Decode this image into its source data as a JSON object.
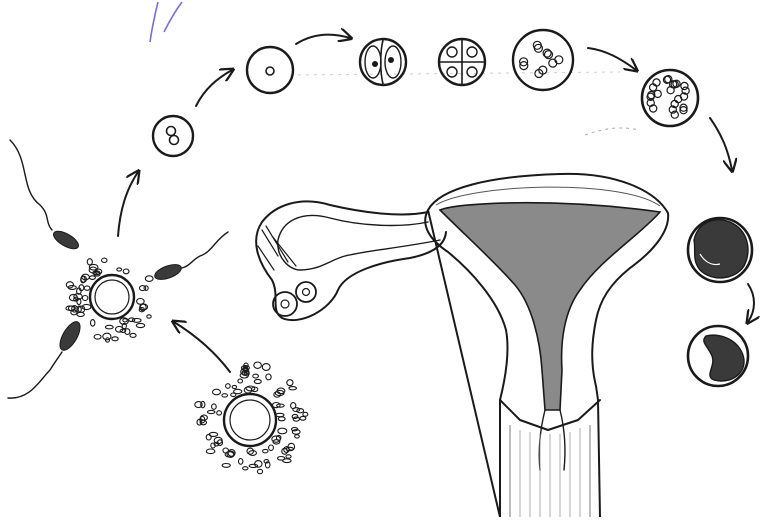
{
  "diagram": {
    "labels": [],
    "stages": [
      {
        "name": "ovulated-oocyte-with-corona"
      },
      {
        "name": "fertilization-with-sperm"
      },
      {
        "name": "zygote"
      },
      {
        "name": "pronuclear-stage"
      },
      {
        "name": "two-cell-stage"
      },
      {
        "name": "four-cell-stage"
      },
      {
        "name": "eight-cell-stage"
      },
      {
        "name": "morula"
      },
      {
        "name": "early-blastocyst"
      },
      {
        "name": "hatching-blastocyst"
      }
    ],
    "colors": {
      "ink": "#1a1a1a",
      "uterine-lining": "#8a8a8a",
      "embryo-dark": "#3a3a3a",
      "stray-mark": "#7b6fd6"
    }
  }
}
